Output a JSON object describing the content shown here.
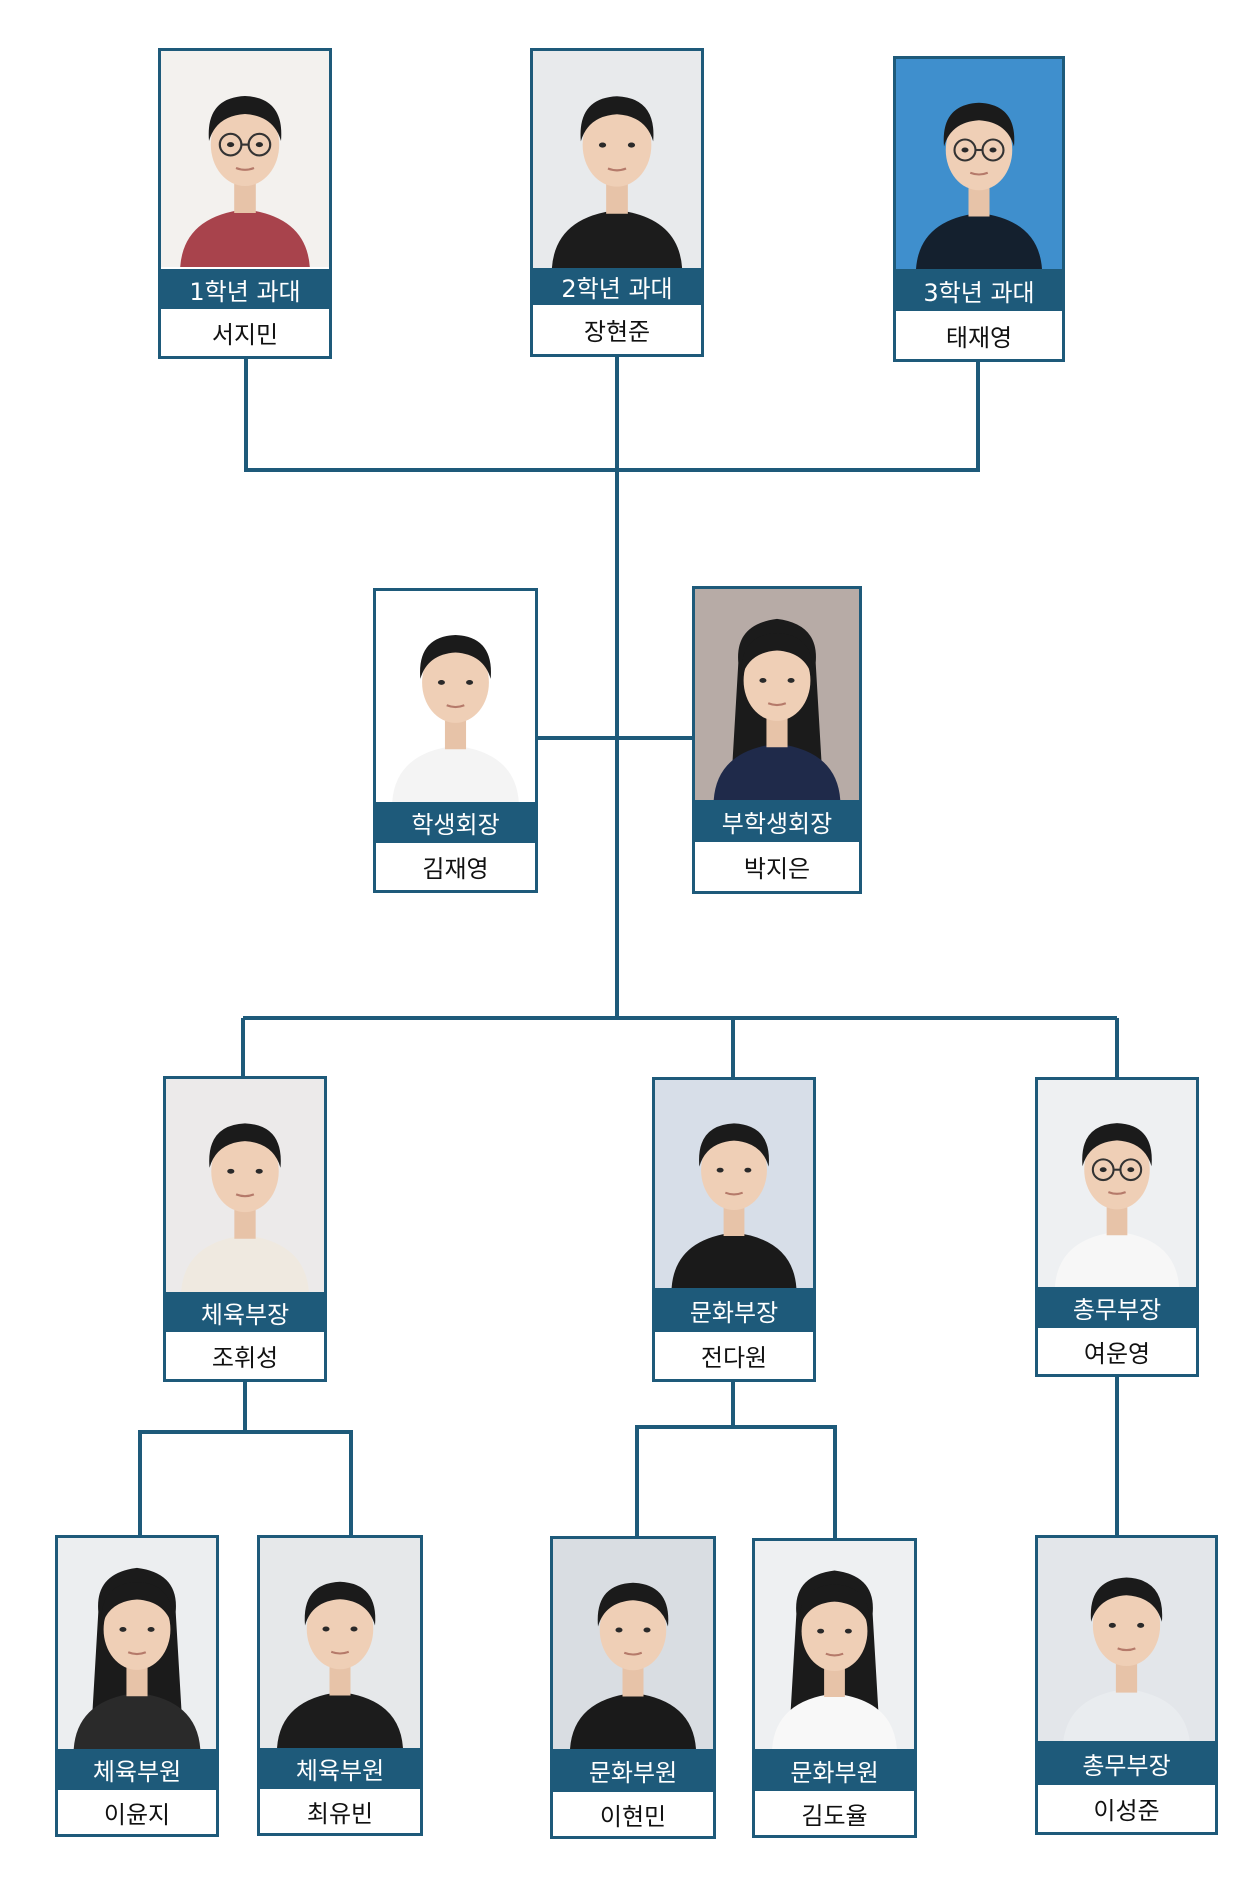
{
  "colors": {
    "accent": "#1e5a7a",
    "connector": "#1e5a7a",
    "name_text": "#111111",
    "role_text": "#ffffff"
  },
  "members": {
    "grade1": {
      "role": "1학년 과대",
      "name": "서지민",
      "photo_bg": "#f3f1ee",
      "shirt": "#a8434c",
      "glasses": true
    },
    "grade2": {
      "role": "2학년 과대",
      "name": "장현준",
      "photo_bg": "#e8eaec",
      "shirt": "#1c1c1c",
      "glasses": false
    },
    "grade3": {
      "role": "3학년 과대",
      "name": "태재영",
      "photo_bg": "#3f8fcd",
      "shirt": "#14202e",
      "glasses": true
    },
    "president": {
      "role": "학생회장",
      "name": "김재영",
      "photo_bg": "#ffffff",
      "shirt": "#f4f4f4",
      "glasses": false
    },
    "vice_president": {
      "role": "부학생회장",
      "name": "박지은",
      "photo_bg": "#b7aba6",
      "shirt": "#1f2a4a",
      "glasses": false,
      "long_hair": true
    },
    "sports_head": {
      "role": "체육부장",
      "name": "조휘성",
      "photo_bg": "#eceaea",
      "shirt": "#efe9e0",
      "glasses": false
    },
    "culture_head": {
      "role": "문화부장",
      "name": "전다원",
      "photo_bg": "#d7dee8",
      "shirt": "#1a1a1a",
      "glasses": false
    },
    "general_head": {
      "role": "총무부장",
      "name": "여운영",
      "photo_bg": "#eef0f2",
      "shirt": "#f7f7f7",
      "glasses": true
    },
    "sports_member1": {
      "role": "체육부원",
      "name": "이윤지",
      "photo_bg": "#eceef0",
      "shirt": "#2a2a2a",
      "glasses": false,
      "long_hair": true
    },
    "sports_member2": {
      "role": "체육부원",
      "name": "최유빈",
      "photo_bg": "#e6e8ea",
      "shirt": "#1c1c1c",
      "glasses": false
    },
    "culture_member1": {
      "role": "문화부원",
      "name": "이현민",
      "photo_bg": "#d9dde2",
      "shirt": "#1a1a1a",
      "glasses": false
    },
    "culture_member2": {
      "role": "문화부원",
      "name": "김도율",
      "photo_bg": "#eef0f2",
      "shirt": "#f8f8f8",
      "glasses": false,
      "long_hair": true
    },
    "general_member": {
      "role": "총무부장",
      "name": "이성준",
      "photo_bg": "#e3e6ea",
      "shirt": "#e9ecef",
      "glasses": false
    }
  }
}
